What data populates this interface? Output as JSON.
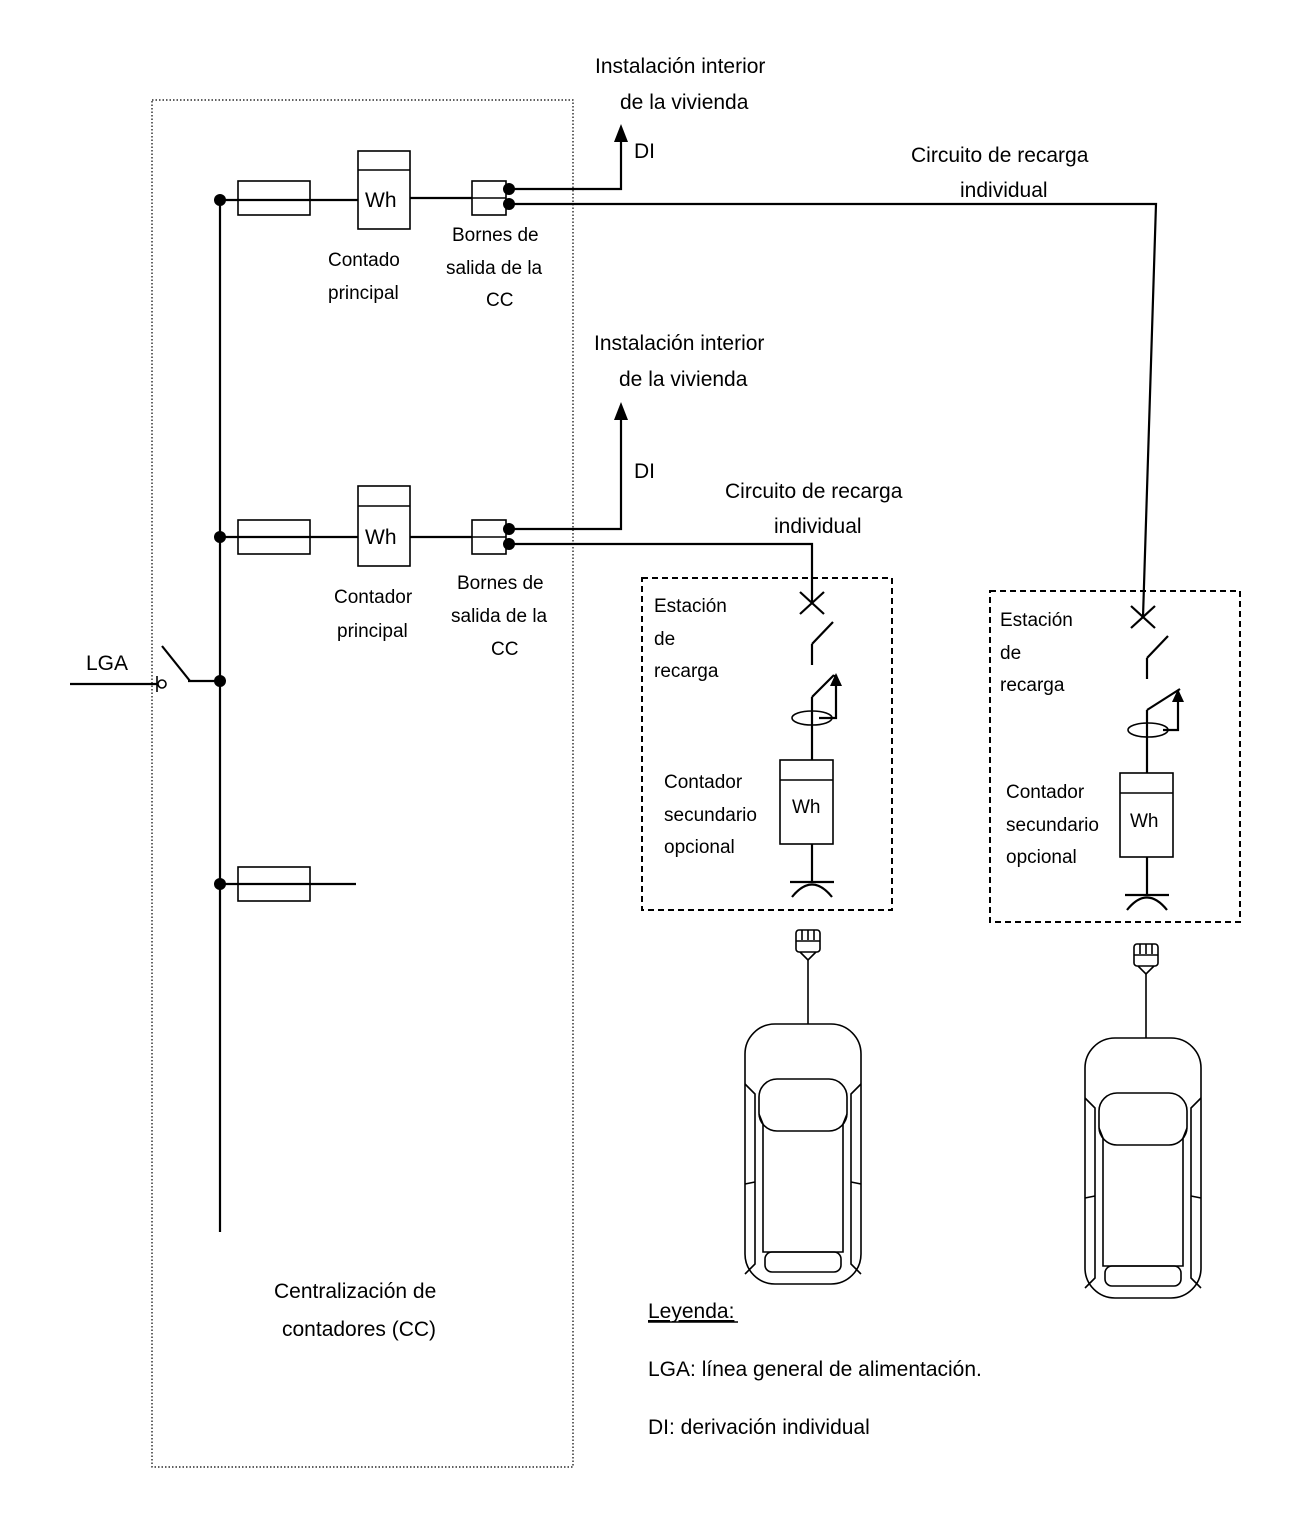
{
  "labels": {
    "interior1_line1": "Instalación interior",
    "interior1_line2": "de  la vivienda",
    "interior2_line1": "Instalación interior",
    "interior2_line2": "de  la vivienda",
    "di_top": "DI",
    "di_mid": "DI",
    "circuit_right_line1": "Circuito de recarga",
    "circuit_right_line2": "individual",
    "circuit_mid_line1": "Circuito de recarga",
    "circuit_mid_line2": "individual",
    "meter1_symbol": "Wh",
    "meter2_symbol": "Wh",
    "meter1_line1": "Contado",
    "meter1_line2": "principal",
    "meter2_line1": "Contador",
    "meter2_line2": "principal",
    "terminals1_line1": "Bornes de",
    "terminals1_line2": "salida de la",
    "terminals1_line3": "CC",
    "terminals2_line1": "Bornes de",
    "terminals2_line2": "salida de la",
    "terminals2_line3": "CC",
    "lga": "LGA",
    "cc_line1": "Centralización de",
    "cc_line2": "contadores (CC)"
  },
  "stations": [
    {
      "title_line1": "Estación",
      "title_line2": "de",
      "title_line3": "recarga",
      "meter_line1": "Contador",
      "meter_line2": "secundario",
      "meter_line3": "opcional",
      "meter_symbol": "Wh"
    },
    {
      "title_line1": "Estación",
      "title_line2": "de",
      "title_line3": "recarga",
      "meter_line1": "Contador",
      "meter_line2": "secundario",
      "meter_line3": "opcional",
      "meter_symbol": "Wh"
    }
  ],
  "legend": {
    "title": "Leyenda:",
    "lga": "LGA: línea general de alimentación.",
    "di": "DI: derivación individual"
  }
}
